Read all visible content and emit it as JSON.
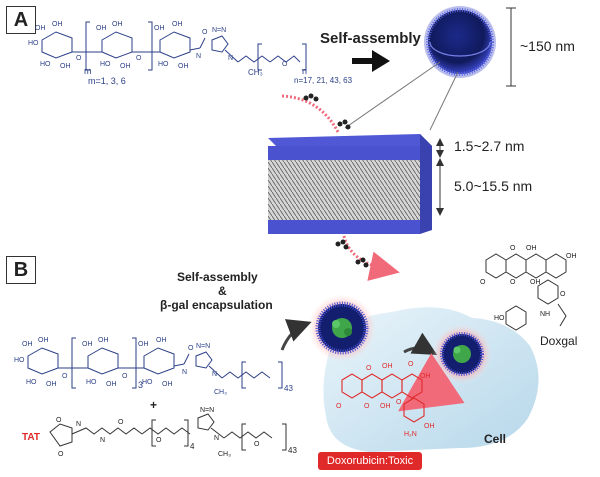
{
  "panelA": {
    "label": "A",
    "repeat_m": "m",
    "m_values": "m=1, 3, 6",
    "repeat_n": "n",
    "n_values": "n=17, 21, 43, 63",
    "ch3": "CH₃",
    "self_assembly": "Self-assembly",
    "size_label": "~150 nm",
    "thickness_outer": "1.5~2.7 nm",
    "thickness_inner": "5.0~15.5 nm"
  },
  "panelB": {
    "label": "B",
    "self_assembly": "Self-assembly",
    "ampersand": "&",
    "encapsulation": "β-gal encapsulation",
    "repeat_3": "3",
    "repeat_43a": "43",
    "plus": "+",
    "tat": "TAT",
    "repeat_4": "4",
    "repeat_43b": "43",
    "doxgal": "Doxgal",
    "cell": "Cell",
    "toxic": "Doxorubicin:Toxic"
  },
  "colors": {
    "vesicle_blue": "#3a46c8",
    "chem_blue": "#2b3f87",
    "toxic_red": "#e02a2a",
    "cell_fill": "#cfe6f3"
  }
}
